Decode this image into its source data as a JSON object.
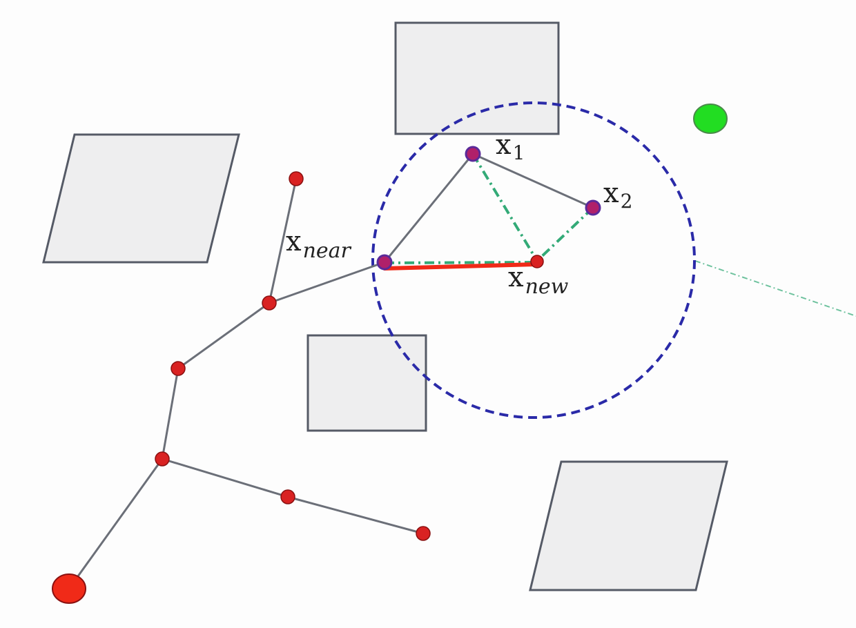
{
  "labels": {
    "x_near": {
      "base": "x",
      "sub": "near"
    },
    "x_new": {
      "base": "x",
      "sub": "new"
    },
    "x_1": {
      "base": "x",
      "sub": "1"
    },
    "x_2": {
      "base": "x",
      "sub": "2"
    }
  },
  "colors": {
    "background": "#fdfdfd",
    "obstacle_fill": "#eeeeef",
    "obstacle_stroke": "#555a66",
    "tree_edge": "#6b6f78",
    "tree_node": "#d92222",
    "tree_node_stroke": "#8a1010",
    "candidate_node": "#b0206a",
    "candidate_node_stroke": "#5a2a9a",
    "new_edge": "#f02a18",
    "rewire_edge": "#33aa77",
    "near_radius": "#2a2aa8",
    "goal": "#22dd22",
    "goal_stroke": "#4a8a4a"
  },
  "elements": {
    "start_node": "start",
    "goal_node": "goal",
    "near_radius_circle": "neighborhood radius"
  }
}
